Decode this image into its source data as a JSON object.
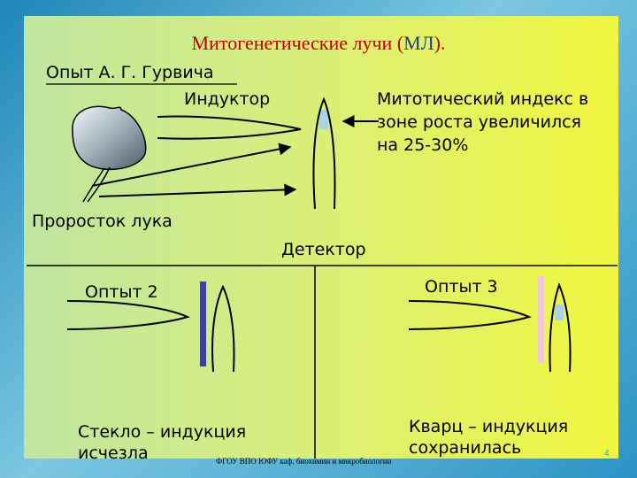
{
  "title": {
    "main": "Митогенетические лучи (",
    "accent": "МЛ",
    "tail": ")."
  },
  "experiment1": {
    "heading": "Опыт А. Г. Гурвича",
    "inductor": "Индуктор",
    "result_line1": "Митотический индекс в",
    "result_line2": "зоне роста увеличился",
    "result_line3": "на 25-30%",
    "sprout": "Проросток лука",
    "detector": "Детектор"
  },
  "experiment2": {
    "heading": "Оптыт 2",
    "result_line1": "Стекло – индукция",
    "result_line2": "исчезла"
  },
  "experiment3": {
    "heading": "Оптыт 3",
    "result_line1": "Кварц – индукция",
    "result_line2": "сохранилась"
  },
  "footer": "ФГОУ ВПО ЮФУ каф. биохимии и микробиологии",
  "page_number": "4",
  "colors": {
    "title": "#c00000",
    "accent": "#1a3d8c",
    "glass": "#3e3f9e",
    "quartz": "#f0c8d8",
    "zone": "#a8d4e8"
  }
}
